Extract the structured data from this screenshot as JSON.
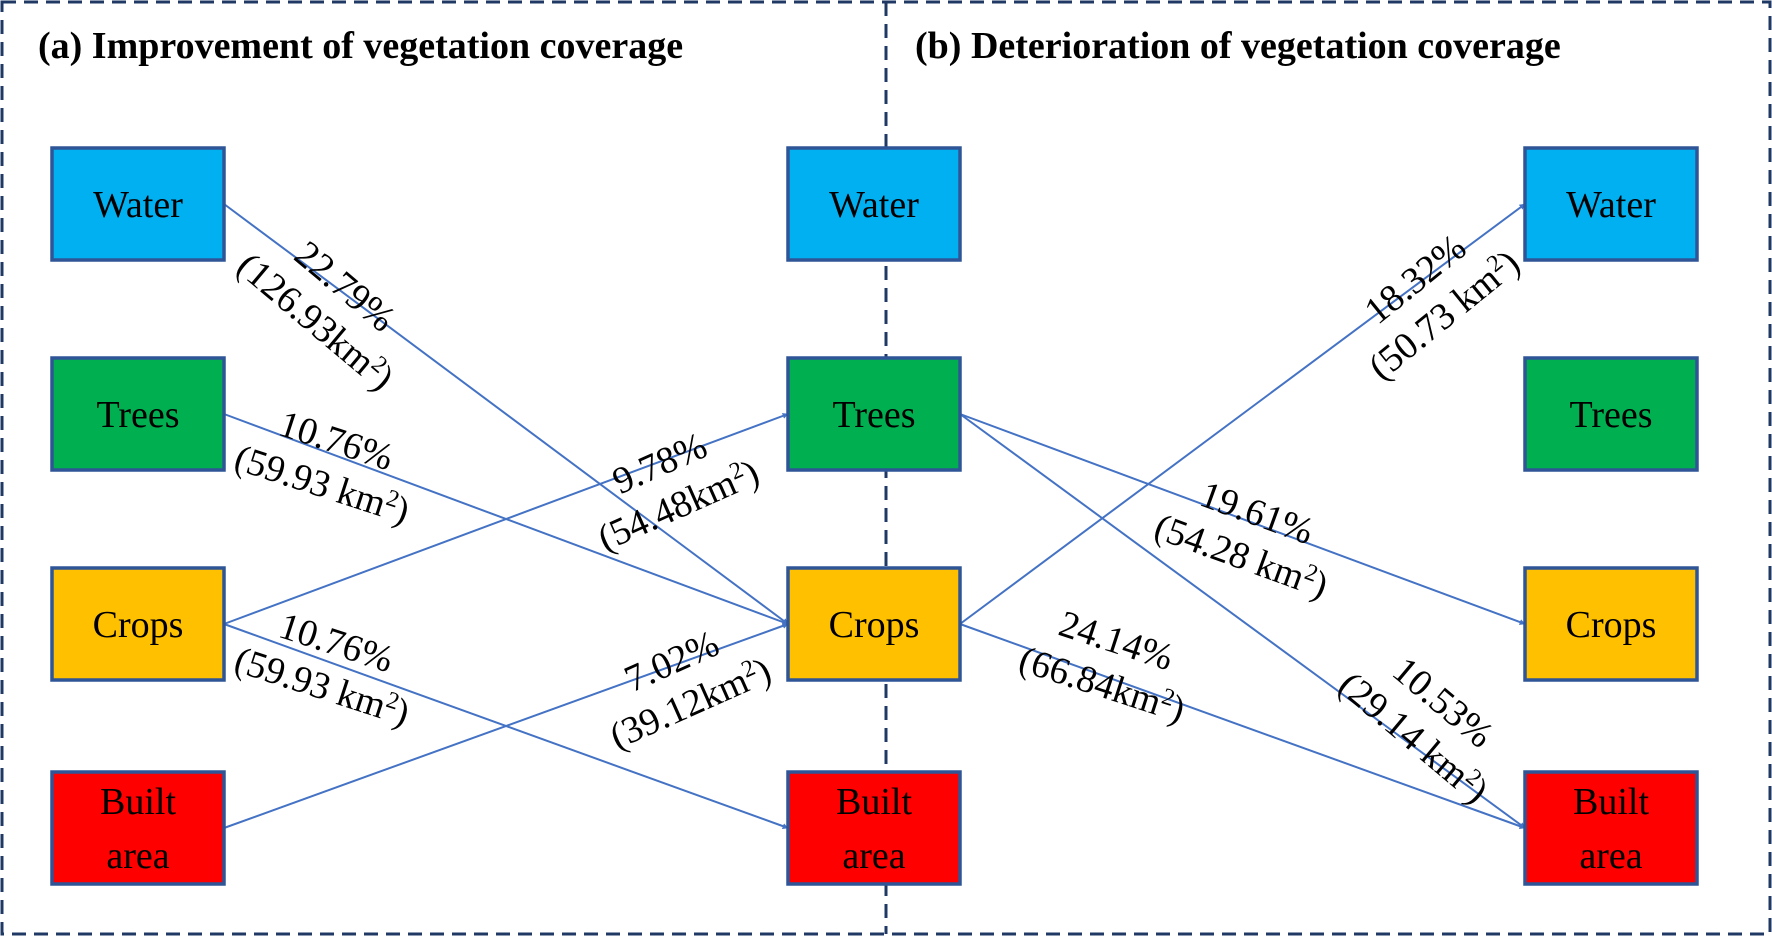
{
  "panels": [
    {
      "title": "(a) Improvement of vegetation coverage",
      "left_boxes": [
        {
          "id": "water",
          "label": [
            "Water"
          ],
          "color": "#00b0f0"
        },
        {
          "id": "trees",
          "label": [
            "Trees"
          ],
          "color": "#00b050"
        },
        {
          "id": "crops",
          "label": [
            "Crops"
          ],
          "color": "#ffc000"
        },
        {
          "id": "built",
          "label": [
            "Built",
            "area"
          ],
          "color": "#ff0000"
        }
      ],
      "flows": [
        {
          "from": "water",
          "to": "crops",
          "pct": "22.79%",
          "area": "126.93",
          "unit": "km",
          "sup": "2",
          "pre": "(",
          "post": ")"
        },
        {
          "from": "trees",
          "to": "crops",
          "pct": "10.76%",
          "area": "59.93 ",
          "unit": "km",
          "sup": "2",
          "pre": "(",
          "post": ")"
        },
        {
          "from": "crops",
          "to": "trees",
          "pct": "9.78%",
          "area": "54.48",
          "unit": "km",
          "sup": "2",
          "pre": "(",
          "post": ")"
        },
        {
          "from": "crops",
          "to": "built",
          "pct": "10.76%",
          "area": "59.93 ",
          "unit": "km",
          "sup": "2",
          "pre": "(",
          "post": ")"
        },
        {
          "from": "built",
          "to": "crops",
          "pct": "7.02%",
          "area": "39.12",
          "unit": "km",
          "sup": "2",
          "pre": "(",
          "post": ")"
        }
      ]
    },
    {
      "title": "(b) Deterioration of vegetation coverage",
      "middle_boxes": [
        {
          "id": "water",
          "label": [
            "Water"
          ],
          "color": "#00b0f0"
        },
        {
          "id": "trees",
          "label": [
            "Trees"
          ],
          "color": "#00b050"
        },
        {
          "id": "crops",
          "label": [
            "Crops"
          ],
          "color": "#ffc000"
        },
        {
          "id": "built",
          "label": [
            "Built",
            "area"
          ],
          "color": "#ff0000"
        }
      ],
      "right_boxes": [
        {
          "id": "water",
          "label": [
            "Water"
          ],
          "color": "#00b0f0"
        },
        {
          "id": "trees",
          "label": [
            "Trees"
          ],
          "color": "#00b050"
        },
        {
          "id": "crops",
          "label": [
            "Crops"
          ],
          "color": "#ffc000"
        },
        {
          "id": "built",
          "label": [
            "Built",
            "area"
          ],
          "color": "#ff0000"
        }
      ],
      "flows": [
        {
          "from": "crops",
          "to": "water",
          "pct": "18.32%",
          "area": "50.73 ",
          "unit": "km",
          "sup": "2",
          "pre": "(",
          "post": ")"
        },
        {
          "from": "trees",
          "to": "crops",
          "pct": "19.61%",
          "area": "54.28 ",
          "unit": "km",
          "sup": "2",
          "pre": "(",
          "post": ")"
        },
        {
          "from": "trees",
          "to": "built",
          "pct": "10.53%",
          "area": "29.14 ",
          "unit": "km",
          "sup": "2",
          "pre": "(",
          "post": ")"
        },
        {
          "from": "crops",
          "to": "built",
          "pct": "24.14%",
          "area": "66.84",
          "unit": "km",
          "sup": "2",
          "pre": "(",
          "post": ")"
        }
      ]
    }
  ],
  "colors": {
    "box_border": "#2f5597",
    "arrow": "#4472c4",
    "frame": "#1f3864"
  }
}
